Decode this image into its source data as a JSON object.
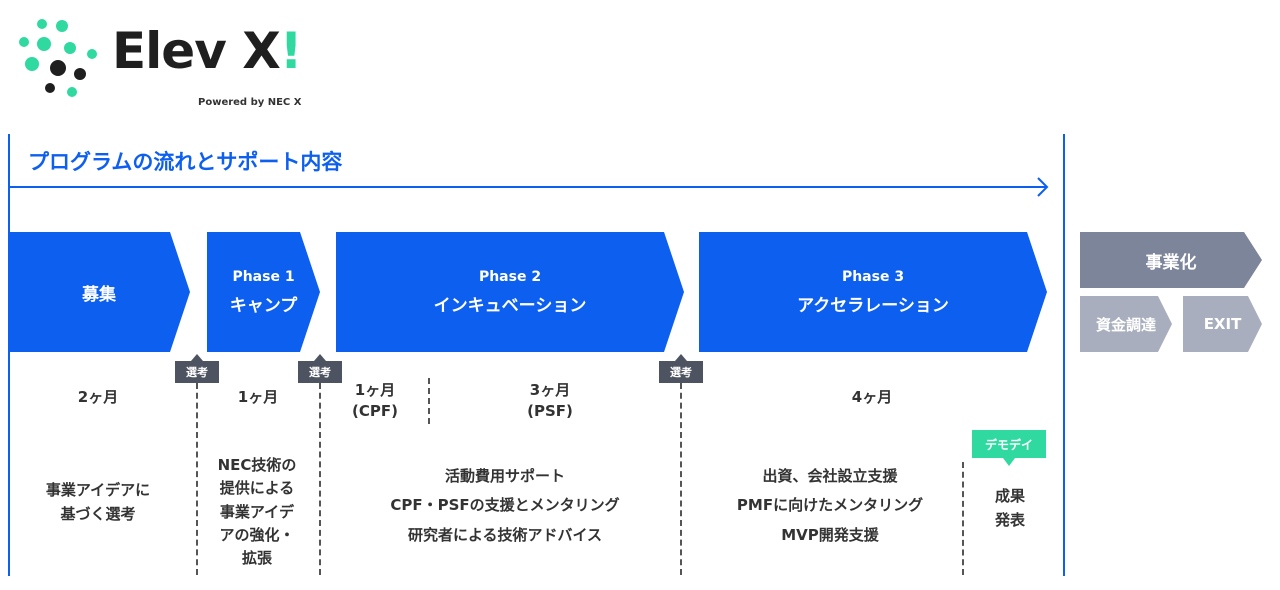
{
  "logo": {
    "name": "Elev X",
    "exclaim": "!",
    "powered": "Powered by NEC X",
    "dot_color": "#2fd9a0"
  },
  "flow_title": "プログラムの流れとサポート内容",
  "colors": {
    "blue": "#0d5ff0",
    "gray": "#7c8599",
    "light_gray": "#a8aebd",
    "badge": "#4d5361",
    "demo": "#2fd9a0"
  },
  "stages": {
    "recruit": {
      "name": "募集"
    },
    "camp": {
      "phase": "Phase 1",
      "name": "キャンプ"
    },
    "incubation": {
      "phase": "Phase 2",
      "name": "インキュベーション"
    },
    "acceleration": {
      "phase": "Phase 3",
      "name": "アクセラレーション"
    },
    "commercialize": {
      "name": "事業化"
    },
    "funding": {
      "name": "資金調達"
    },
    "exit": {
      "name": "EXIT"
    }
  },
  "selection_label": "選考",
  "demo_day_label": "デモデイ",
  "durations": {
    "recruit": "2ヶ月",
    "camp": "1ヶ月",
    "cpf": [
      "1ヶ月",
      "(CPF)"
    ],
    "psf": [
      "3ヶ月",
      "(PSF)"
    ],
    "acceleration": "4ヶ月"
  },
  "descriptions": {
    "recruit": [
      "事業アイデアに",
      "基づく選考"
    ],
    "camp": [
      "NEC技術の",
      "提供による",
      "事業アイデ",
      "アの強化・",
      "拡張"
    ],
    "incubation": [
      "活動費用サポート",
      "CPF・PSFの支援とメンタリング",
      "研究者による技術アドバイス"
    ],
    "acceleration": [
      "出資、会社設立支援",
      "PMFに向けたメンタリング",
      "MVP開発支援"
    ],
    "demo": [
      "成果",
      "発表"
    ]
  }
}
